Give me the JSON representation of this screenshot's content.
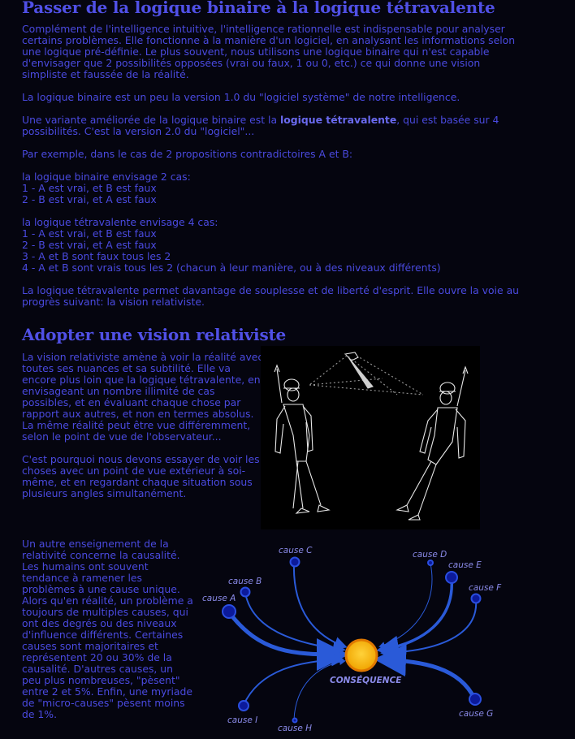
{
  "section1": {
    "title": "Passer de la logique binaire à la logique tétravalente",
    "p1": "Complément de l'intelligence intuitive, l'intelligence rationnelle est indispensable pour analyser certains problèmes. Elle fonctionne à la manière d'un logiciel, en analysant les informations selon une logique pré-définie. Le plus souvent, nous utilisons une logique binaire qui n'est capable d'envisager que 2 possibilités opposées (vrai ou faux, 1 ou 0, etc.) ce qui donne une vision simpliste et faussée de la réalité.",
    "p2": "La logique binaire est un peu la version 1.0 du \"logiciel système\" de notre intelligence.",
    "p3_before": "Une variante améliorée de la logique binaire est la ",
    "p3_bold": "logique tétravalente",
    "p3_after": ", qui est basée sur 4 possibilités. C'est la version 2.0 du \"logiciel\"...",
    "p4": "Par exemple, dans le cas de 2 propositions contradictoires A et B:",
    "binary_intro": "la logique binaire envisage 2 cas:",
    "binary_cases": [
      "1 - A est vrai, et B est faux",
      "2 - B est vrai, et A est faux"
    ],
    "tetra_intro": "la logique tétravalente envisage 4 cas:",
    "tetra_cases": [
      "1 - A est vrai, et B est faux",
      "2 - B est vrai, et A est faux",
      "3 - A et B sont faux tous les 2",
      "4 - A et B sont vrais tous les 2 (chacun à leur manière, ou à des niveaux différents)"
    ],
    "p5": "La logique tétravalente permet davantage de souplesse et de liberté d'esprit. Elle ouvre la voie au progrès suivant: la vision relativiste."
  },
  "section2": {
    "title": "Adopter une vision relativiste",
    "p1": "La vision relativiste amène à voir la réalité avec toutes ses nuances et sa subtilité. Elle va encore plus loin que la logique tétravalente, en envisageant un nombre illimité de cas possibles, et en évaluant chaque chose par rapport aux autres, et non en termes absolus. La même réalité peut être vue différemment, selon le point de vue de l'observateur...",
    "p2": "C'est pourquoi nous devons essayer de voir les choses avec un point de vue extérieur à soi-même, et en regardant chaque situation sous plusieurs angles simultanément.",
    "p3": "Un autre enseignement de la relativité concerne la causalité. Les humains ont souvent tendance à ramener les problèmes à une cause unique. Alors qu'en réalité, un problème a toujours de multiples causes, qui ont des degrés ou des niveaux d'influence différents. Certaines causes sont majoritaires et représentent 20 ou 30% de la causalité. D'autres causes, un peu plus nombreuses, \"pèsent\" entre 2 et 5%. Enfin, une myriade de \"micro-causes\" pèsent moins de 1%."
  },
  "diagram": {
    "consequence": "CONSÉQUENCE",
    "causes": [
      "cause A",
      "cause B",
      "cause C",
      "cause D",
      "cause E",
      "cause F",
      "cause G",
      "cause H",
      "cause I"
    ]
  },
  "colors": {
    "text": "#4a4ae0",
    "heading": "#5050e6",
    "background": "#05050f",
    "arrow": "#2a5ad8",
    "consequence": "#f5b800"
  }
}
